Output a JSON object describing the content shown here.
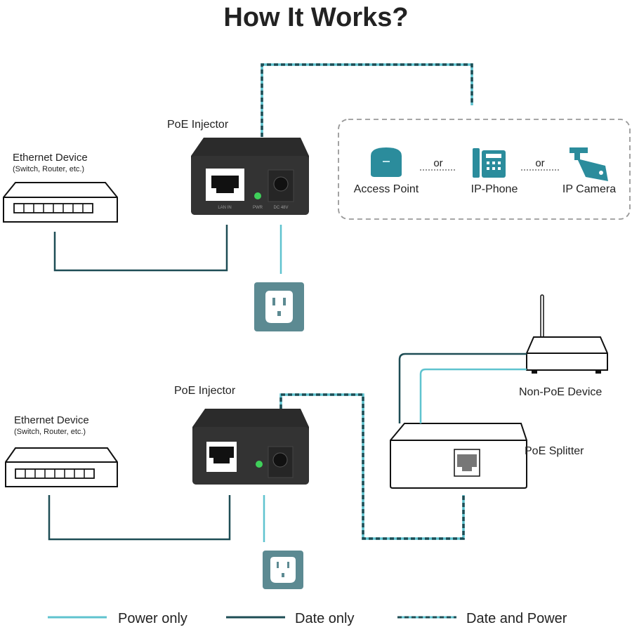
{
  "title": "How It Works?",
  "colors": {
    "power_only": "#5fc3cf",
    "data_only": "#1e4d55",
    "icon_teal": "#2b8c9c",
    "outlet_bg": "#5c8a92",
    "device_dark": "#2a2a2a",
    "led_green": "#3fd05a"
  },
  "top_scenario": {
    "ethernet_device": {
      "label": "Ethernet Device",
      "sublabel": "(Switch, Router, etc.)"
    },
    "injector": {
      "label": "PoE Injector",
      "port_labels": [
        "LAN IN",
        "PWR",
        "DC 48V"
      ]
    },
    "poe_devices": [
      {
        "label": "Access Point",
        "icon": "access-point-icon"
      },
      {
        "label": "IP-Phone",
        "icon": "ip-phone-icon"
      },
      {
        "label": "IP Camera",
        "icon": "ip-camera-icon"
      }
    ],
    "separator": "or"
  },
  "bottom_scenario": {
    "ethernet_device": {
      "label": "Ethernet Device",
      "sublabel": "(Switch, Router, etc.)"
    },
    "injector": {
      "label": "PoE Injector"
    },
    "splitter": {
      "label": "PoE Splitter"
    },
    "non_poe": {
      "label": "Non-PoE Device"
    }
  },
  "legend": [
    {
      "label": "Power only",
      "style": "solid-light"
    },
    {
      "label": "Date only",
      "style": "solid-dark"
    },
    {
      "label": "Date and Power",
      "style": "dashed"
    }
  ]
}
